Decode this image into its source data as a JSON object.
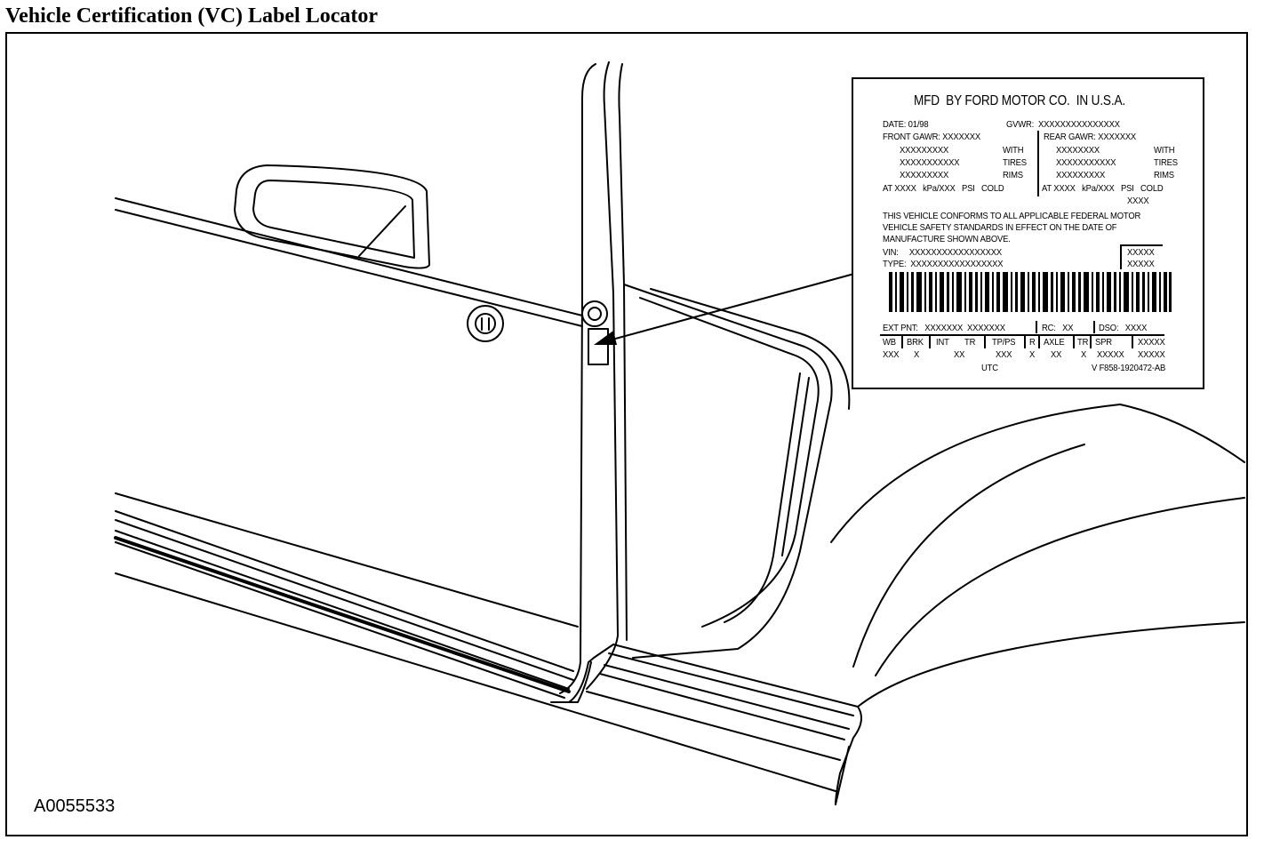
{
  "title": "Vehicle Certification (VC) Label Locator",
  "figure_id": "A0055533",
  "label": {
    "heading": "MFD  BY FORD MOTOR CO.  IN U.S.A.",
    "date": "DATE: 01/98",
    "gvwr": "GVWR:  XXXXXXXXXXXXXXX",
    "front_gawr": "FRONT GAWR: XXXXXXX",
    "rear_gawr": "REAR GAWR: XXXXXXX",
    "front_line1": "XXXXXXXXX",
    "front_line2": "XXXXXXXXXXX",
    "front_line3": "XXXXXXXXX",
    "rear_line1": "XXXXXXXX",
    "rear_line2": "XXXXXXXXXXX",
    "rear_line3": "XXXXXXXXX",
    "with": "WITH",
    "tires": "TIRES",
    "rims": "RIMS",
    "front_at": "AT XXXX   kPa/XXX   PSI   COLD",
    "rear_at": "AT XXXX   kPa/XXX   PSI   COLD",
    "rear_xxxx": "XXXX",
    "conform_1": "THIS VEHICLE CONFORMS TO ALL APPLICABLE FEDERAL MOTOR",
    "conform_2": "VEHICLE SAFETY STANDARDS IN EFFECT ON THE DATE OF",
    "conform_3": "MANUFACTURE SHOWN ABOVE.",
    "vin": "VIN:     XXXXXXXXXXXXXXXXX",
    "type": "TYPE:  XXXXXXXXXXXXXXXXX",
    "box_1": "XXXXX",
    "box_2": "XXXXX",
    "ext_pnt": "EXT PNT:   XXXXXXX  XXXXXXX",
    "rc": "RC:   XX",
    "dso": "DSO:   XXXX",
    "codes_headers": [
      "WB",
      "BRK",
      "INT",
      "TR",
      "TP/PS",
      "R",
      "AXLE",
      "TR",
      "SPR",
      "XXXXX"
    ],
    "codes_values": [
      "XXX",
      "X",
      "XX",
      "XXX",
      "X",
      "XX",
      "X",
      "XXXXX",
      "XXXXX"
    ],
    "utc": "UTC",
    "part_number": "V F858-1920472-AB"
  }
}
